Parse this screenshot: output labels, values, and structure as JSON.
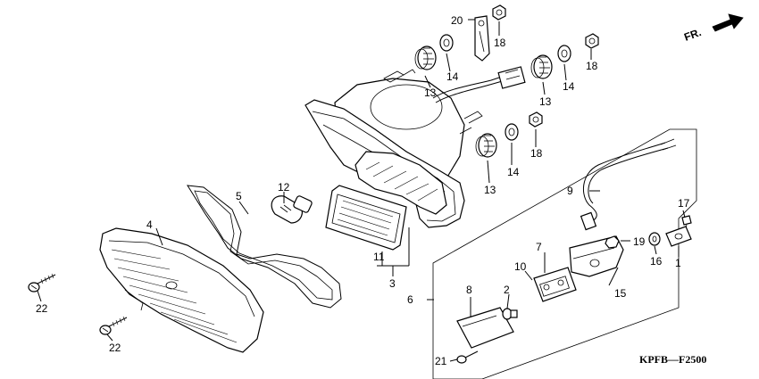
{
  "diagram": {
    "direction_label": "FR.",
    "code": "KPFB—F2500",
    "callouts": {
      "c1": "1",
      "c2": "2",
      "c3": "3",
      "c4": "4",
      "c5": "5",
      "c6": "6",
      "c7": "7",
      "c8": "8",
      "c9": "9",
      "c10": "10",
      "c11": "11",
      "c12": "12",
      "c13a": "13",
      "c13b": "13",
      "c13c": "13",
      "c14a": "14",
      "c14b": "14",
      "c14c": "14",
      "c15": "15",
      "c16": "16",
      "c17": "17",
      "c18a": "18",
      "c18b": "18",
      "c18c": "18",
      "c19": "19",
      "c20": "20",
      "c21": "21",
      "c22a": "22",
      "c22b": "22"
    }
  }
}
